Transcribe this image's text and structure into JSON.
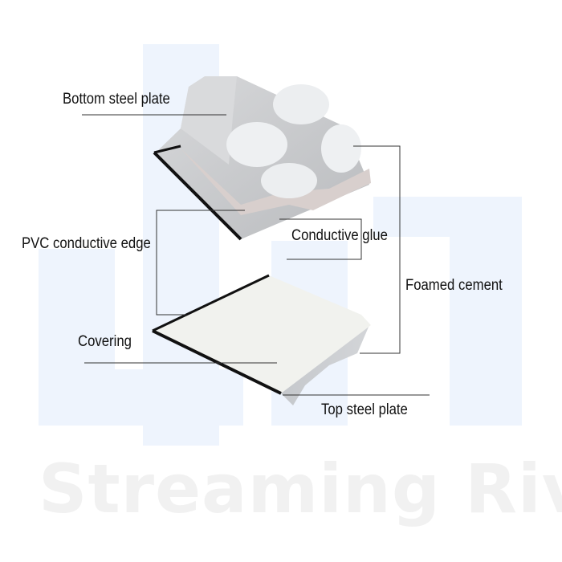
{
  "labels": {
    "bottom_steel_plate": "Bottom steel plate",
    "pvc_conductive_edge": "PVC conductive edge",
    "conductive_glue": "Conductive glue",
    "foamed_cement": "Foamed cement",
    "covering": "Covering",
    "top_steel_plate": "Top steel plate"
  },
  "watermark": "Streaming   River"
}
